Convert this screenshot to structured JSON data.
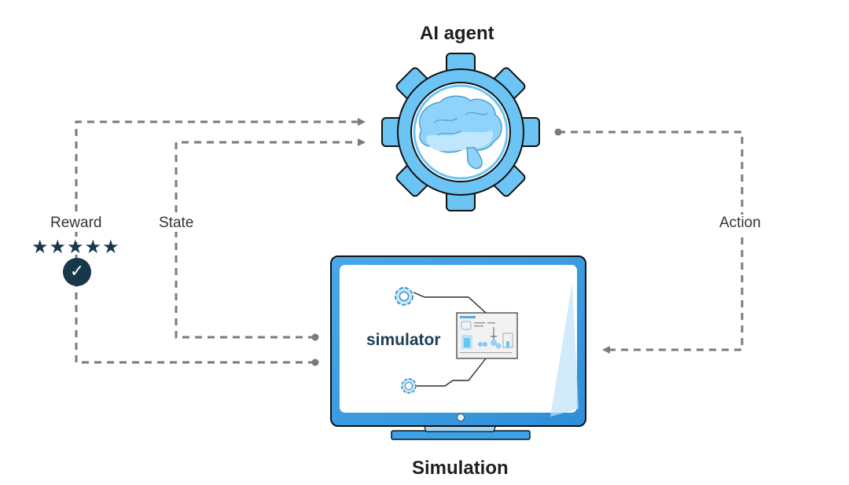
{
  "nodes": {
    "agent_title": "AI agent",
    "simulation_title": "Simulation",
    "simulator_label": "simulator"
  },
  "edges": {
    "reward": "Reward",
    "state": "State",
    "action": "Action"
  },
  "reward": {
    "stars": "★★★★★",
    "check": "✓"
  },
  "icons": {
    "gear": "gear-icon",
    "brain": "brain-icon",
    "monitor": "monitor-icon",
    "stars": "star-icon",
    "check": "checkmark-icon",
    "small_gear": "small-gear-icon",
    "thumbnail": "screenshot-thumbnail"
  },
  "colors": {
    "accent_blue": "#5bb8f0",
    "dark_navy": "#17374a",
    "dashed_line": "#7a7a7a",
    "text": "#333333"
  }
}
